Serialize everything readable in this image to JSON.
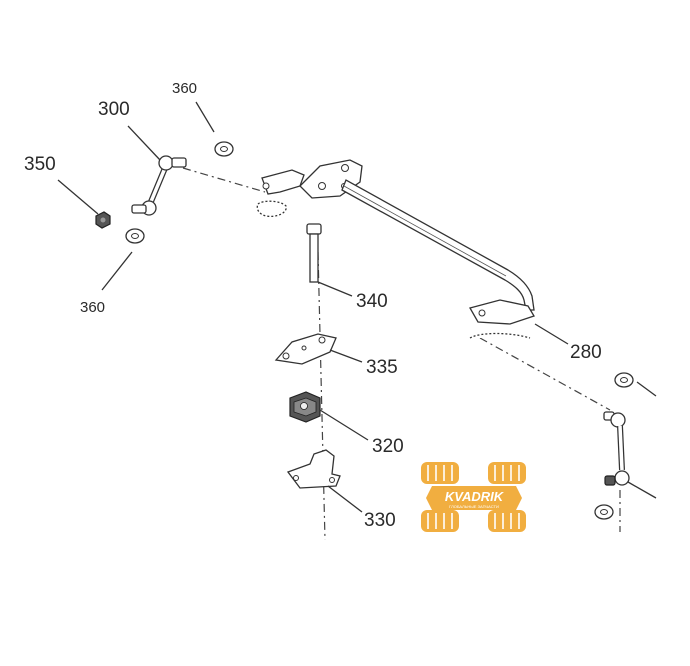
{
  "diagram": {
    "labels": {
      "p360_top": "360",
      "p300": "300",
      "p350": "350",
      "p360_bottom": "360",
      "p340": "340",
      "p280": "280",
      "p335": "335",
      "p320": "320",
      "p330": "330"
    }
  },
  "watermark": {
    "brand": "KVADRIK",
    "tagline": "ГЛОБАЛЬНЫЕ ЗАПЧАСТИ",
    "color": "#f0a830"
  }
}
